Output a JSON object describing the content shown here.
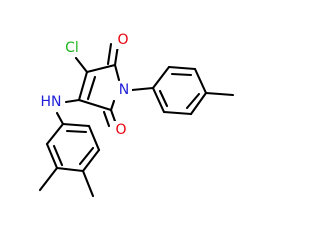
{
  "molecule": {
    "atom_labels": {
      "chlorine": "Cl",
      "oxygen_top": "O",
      "oxygen_bottom": "O",
      "ring_nitrogen": "N",
      "amine_nh": "HN"
    },
    "colors": {
      "chlorine": "#1fb51f",
      "oxygen": "#e8000b",
      "nitrogen": "#1f1fd9",
      "bond": "#000000",
      "background": "#ffffff"
    }
  }
}
